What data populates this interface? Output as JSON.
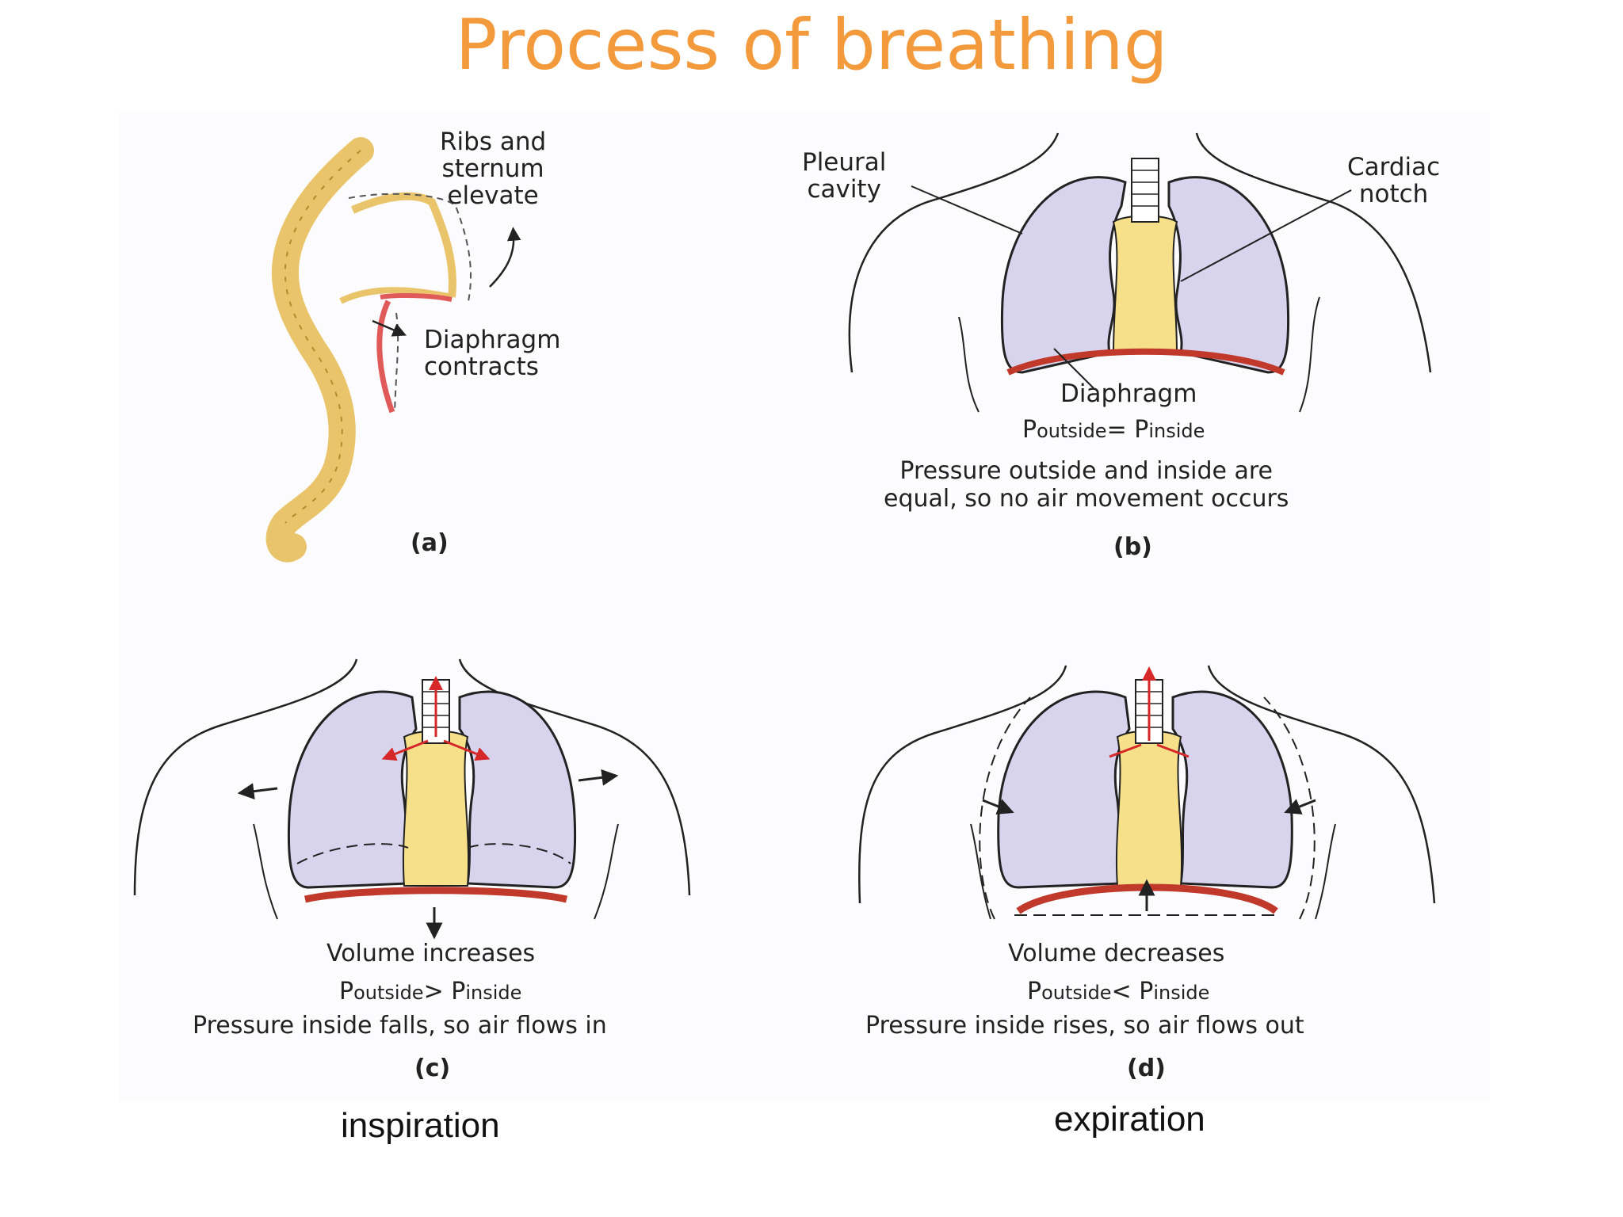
{
  "title": "Process of breathing",
  "panel_a": {
    "label_ribs": "Ribs and\nsternum\nelevate",
    "label_diaphragm": "Diaphragm\ncontracts",
    "letter": "(a)"
  },
  "panel_b": {
    "label_pleural": "Pleural\ncavity",
    "label_cardiac": "Cardiac\nnotch",
    "label_diaphragm": "Diaphragm",
    "p_outside": "P",
    "p_outside_sub": "outside",
    "op": "=",
    "p_inside": "P",
    "p_inside_sub": "inside",
    "caption": "Pressure outside and inside are\nequal, so no air movement occurs",
    "letter": "(b)"
  },
  "panel_c": {
    "volume": "Volume increases",
    "p_outside": "P",
    "p_outside_sub": "outside",
    "op": ">",
    "p_inside": "P",
    "p_inside_sub": "inside",
    "caption": "Pressure inside falls, so air flows in",
    "letter": "(c)",
    "phase": "inspiration"
  },
  "panel_d": {
    "volume": "Volume decreases",
    "p_outside": "P",
    "p_outside_sub": "outside",
    "op": "<",
    "p_inside": "P",
    "p_inside_sub": "inside",
    "caption": "Pressure inside rises, so air flows out",
    "letter": "(d)",
    "phase": "expiration"
  },
  "colors": {
    "title": "#f39a3c",
    "lung": "#d9d4ee",
    "mediastinum": "#f7e08a",
    "diaphragm": "#c0392b",
    "bone": "#e9c46a",
    "arrow": "#d62828"
  }
}
